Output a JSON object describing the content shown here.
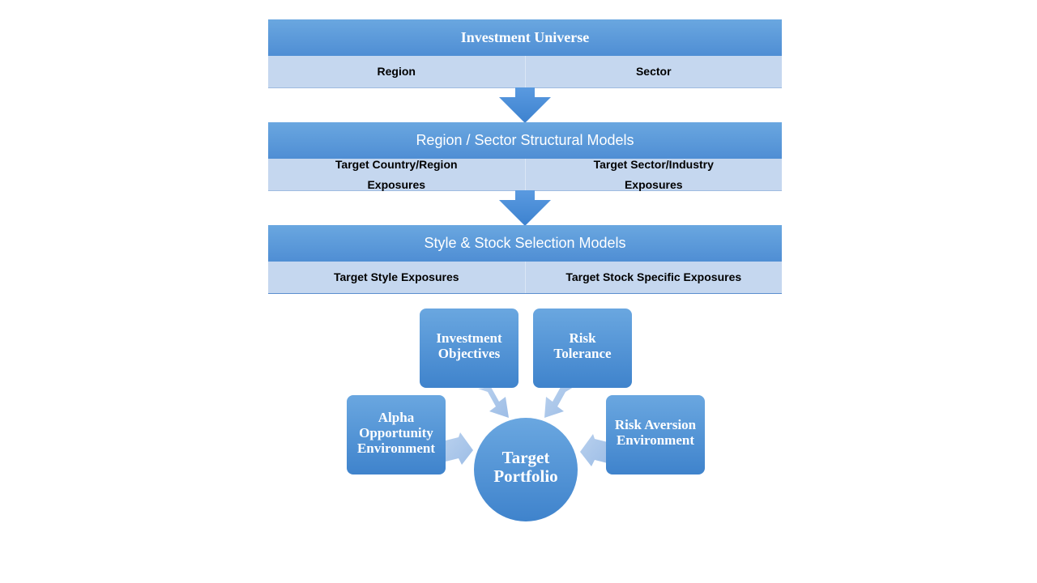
{
  "blocks": [
    {
      "header": "Investment Universe",
      "cells": [
        "Region",
        "Sector"
      ]
    },
    {
      "header": "Region / Sector Structural Models",
      "cells": [
        "Target Country/Region Exposures",
        "Target Sector/Industry Exposures"
      ]
    },
    {
      "header": "Style & Stock Selection Models",
      "cells": [
        "Target Style Exposures",
        "Target Stock Specific Exposures"
      ]
    }
  ],
  "cycle": {
    "center": "Target Portfolio",
    "investment_objectives": "Investment Objectives",
    "risk_tolerance": "Risk Tolerance",
    "alpha_opportunity": "Alpha Opportunity Environment",
    "risk_aversion": "Risk Aversion Environment"
  },
  "colors": {
    "header_blue": "#5b9bd5",
    "row_light_blue": "#c5d7ef",
    "arrow_blue": "#4a8fd6",
    "pale_arrow": "#a9c6ea"
  }
}
